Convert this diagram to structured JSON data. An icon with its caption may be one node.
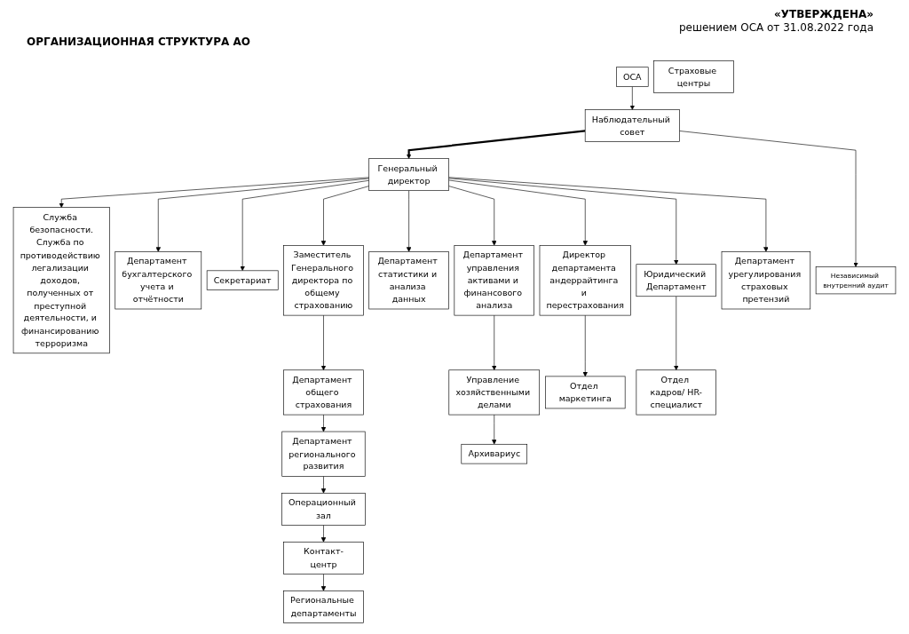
{
  "diagram": {
    "title": "ОРГАНИЗАЦИОННАЯ СТРУКТУРА АО",
    "labels": [
      "«УТВЕРЖДЕНА»",
      "решением ОСА от 31.08.2022 года"
    ],
    "nodes": [
      {
        "text": [
          "ОСА"
        ]
      },
      {
        "text": [
          "Наблюдательный совет"
        ]
      },
      {
        "text": [
          "Независимый внутренний аудит"
        ]
      },
      {
        "text": [
          "Служба безопасности.",
          "Служба по противодействию легализации доходов, полученных от преступной деятельности, и финансированию терроризма"
        ]
      },
      {
        "text": [
          "Генеральный директор"
        ]
      },
      {
        "text": [
          "Департамент бухгалтерского учета и отчётности"
        ]
      },
      {
        "text": [
          "Секретариат"
        ]
      },
      {
        "text": [
          "Департамент управления активами и финансового анализа"
        ]
      },
      {
        "text": [
          "Департамент статистики и анализа данных"
        ]
      },
      {
        "text": [
          "Заместитель Генерального директора по общему страхованию"
        ]
      },
      {
        "text": [
          "Директор департамента андеррайтинга и перестрахования"
        ]
      },
      {
        "text": [
          "Юридический Департамент"
        ]
      },
      {
        "text": [
          "Департамент урегулирования страховых претензий"
        ]
      },
      {
        "text": [
          "Управление хозяйственными делами"
        ]
      },
      {
        "text": [
          "Департамент общего страхования"
        ]
      },
      {
        "text": [
          "Отдел маркетинга"
        ]
      },
      {
        "text": [
          "Отдел кадров/ HR-специалист"
        ]
      },
      {
        "text": [
          "Департамент регионального развития"
        ]
      },
      {
        "text": [
          "Архивариус"
        ]
      },
      {
        "text": [
          "Операционный зал"
        ]
      },
      {
        "text": [
          "Контакт-центр"
        ]
      },
      {
        "text": [
          "Региональные департаменты"
        ]
      },
      {
        "text": [
          "Страховые центры"
        ]
      }
    ],
    "edges": [
      {
        "from": 0,
        "to": 1,
        "arrow": "to"
      },
      {
        "from": 1,
        "to": 2,
        "arrow": "to"
      },
      {
        "from": 1,
        "to": 4,
        "arrow": "to",
        "style": "thick"
      },
      {
        "from": 4,
        "to": 3,
        "arrow": "to"
      },
      {
        "from": 4,
        "to": 6,
        "arrow": "to"
      },
      {
        "from": 4,
        "to": 5,
        "arrow": "to"
      },
      {
        "from": 4,
        "to": 7,
        "arrow": "to"
      },
      {
        "from": 4,
        "to": 8,
        "arrow": "to"
      },
      {
        "from": 4,
        "to": 9,
        "arrow": "to"
      },
      {
        "from": 4,
        "to": 10,
        "arrow": "to"
      },
      {
        "from": 4,
        "to": 11,
        "arrow": "to"
      },
      {
        "from": 4,
        "to": 12,
        "arrow": "to"
      },
      {
        "from": 7,
        "to": 13,
        "arrow": "to"
      },
      {
        "from": 13,
        "to": 18,
        "arrow": "to"
      },
      {
        "from": 9,
        "to": 14,
        "arrow": "to"
      },
      {
        "from": 14,
        "to": 17,
        "arrow": "to"
      },
      {
        "from": 17,
        "to": 19,
        "arrow": "to"
      },
      {
        "from": 19,
        "to": 20,
        "arrow": "to"
      },
      {
        "from": 20,
        "to": 21,
        "arrow": "to"
      },
      {
        "from": 10,
        "to": 15,
        "arrow": "to"
      },
      {
        "from": 11,
        "to": 16,
        "arrow": "to"
      }
    ]
  }
}
